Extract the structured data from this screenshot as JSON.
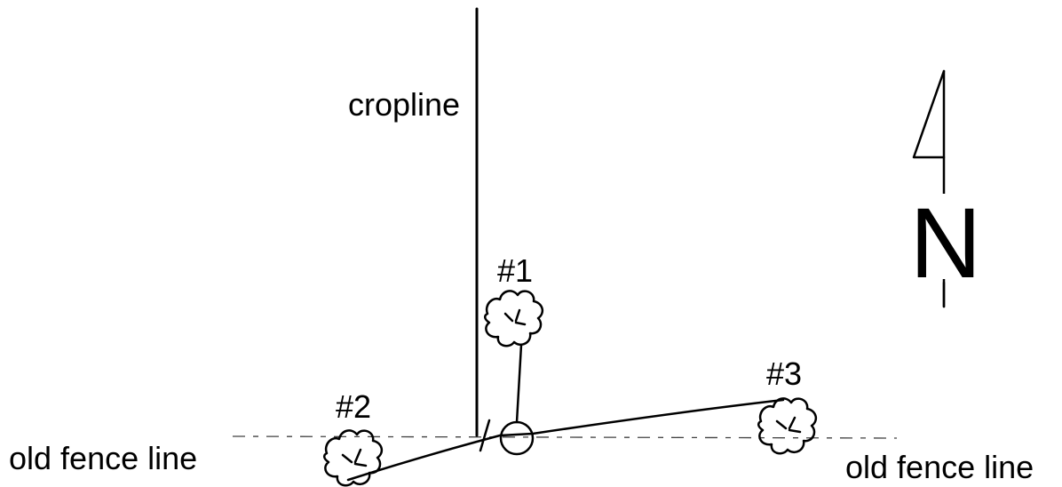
{
  "labels": {
    "cropline": "cropline",
    "tree1": "#1",
    "tree2": "#2",
    "tree3": "#3",
    "fence_left": "old fence line",
    "fence_right": "old fence line",
    "north": "N"
  },
  "icons": {
    "tree": "tree-icon",
    "stake": "circle-marker-icon",
    "north_arrow": "north-arrow-icon"
  }
}
